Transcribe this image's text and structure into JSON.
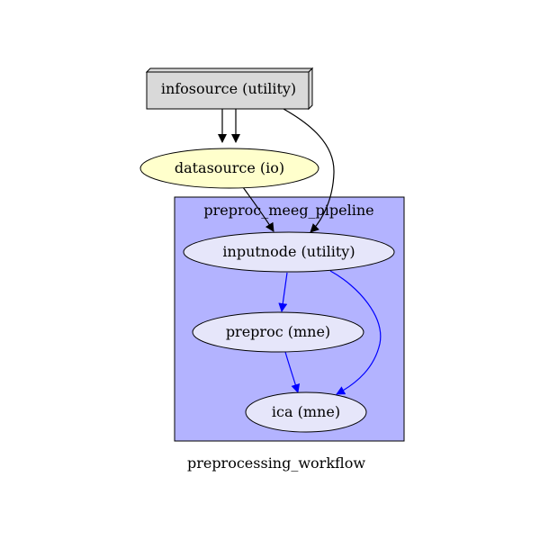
{
  "graph": {
    "caption": "preprocessing_workflow",
    "cluster": {
      "label": "preproc_meeg_pipeline",
      "fill": "#b3b3ff"
    },
    "nodes": {
      "infosource": {
        "label": "infosource (utility)",
        "shape": "box3d",
        "fill": "#d9d9d9"
      },
      "datasource": {
        "label": "datasource (io)",
        "shape": "ellipse",
        "fill": "#ffffcc"
      },
      "inputnode": {
        "label": "inputnode (utility)",
        "shape": "ellipse",
        "fill": "#e6e6fa"
      },
      "preproc": {
        "label": "preproc (mne)",
        "shape": "ellipse",
        "fill": "#e6e6fa"
      },
      "ica": {
        "label": "ica (mne)",
        "shape": "ellipse",
        "fill": "#e6e6fa"
      }
    },
    "edges": [
      {
        "from": "infosource",
        "to": "datasource",
        "color": "#000000"
      },
      {
        "from": "infosource",
        "to": "datasource",
        "color": "#000000"
      },
      {
        "from": "infosource",
        "to": "inputnode",
        "color": "#000000"
      },
      {
        "from": "datasource",
        "to": "inputnode",
        "color": "#000000"
      },
      {
        "from": "inputnode",
        "to": "preproc",
        "color": "#0000ff"
      },
      {
        "from": "inputnode",
        "to": "ica",
        "color": "#0000ff"
      },
      {
        "from": "preproc",
        "to": "ica",
        "color": "#0000ff"
      }
    ]
  }
}
